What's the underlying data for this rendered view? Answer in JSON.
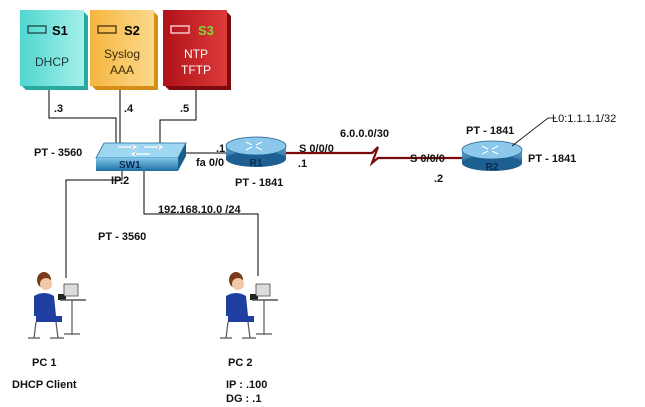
{
  "servers": [
    {
      "id": "s1",
      "name": "S1",
      "services": [
        "DHCP"
      ],
      "ip": ".3",
      "color": "#4fd6cf",
      "name_color": "#000000"
    },
    {
      "id": "s2",
      "name": "S2",
      "services": [
        "Syslog",
        "AAA"
      ],
      "ip": ".4",
      "color": "#f5b640",
      "name_color": "#000000"
    },
    {
      "id": "s3",
      "name": "S3",
      "services": [
        "NTP",
        "TFTP"
      ],
      "ip": ".5",
      "color": "#c81a1f",
      "name_color": "#7ddc3a"
    }
  ],
  "switch": {
    "name": "SW1",
    "model": "PT - 3560",
    "ip": "IP.2",
    "network": "192.168.10.0 /24",
    "lower_model": "PT - 3560"
  },
  "r1": {
    "name": "R1",
    "model": "PT - 1841",
    "fa_iface": "fa 0/0",
    "fa_ip": ".1",
    "s_iface": "S 0/0/0",
    "s_ip": ".1"
  },
  "r2": {
    "name": "R2",
    "model_top": "PT - 1841",
    "model_right": "PT - 1841",
    "loopback": "L0:1.1.1.1/32",
    "s_iface": "S 0/0/0",
    "s_ip": ".2"
  },
  "wan_network": "6.0.0.0/30",
  "pcs": [
    {
      "id": "pc1",
      "name": "PC 1",
      "lines": [
        "DHCP Client"
      ]
    },
    {
      "id": "pc2",
      "name": "PC 2",
      "lines": [
        "IP : .100",
        "DG : .1"
      ]
    }
  ],
  "colors": {
    "router": "#2f86b8",
    "switch": "#2f8fc4",
    "link": "#000000",
    "serial": "#7a0b0b"
  }
}
